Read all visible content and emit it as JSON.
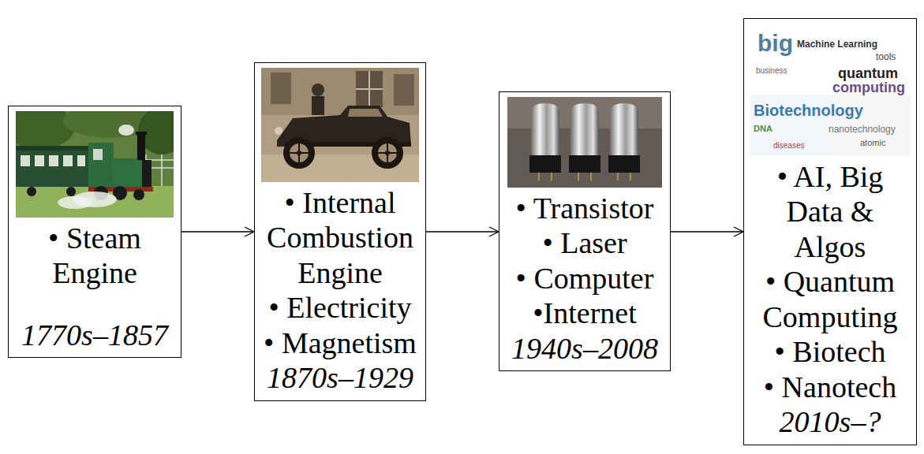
{
  "diagram": {
    "nodes": [
      {
        "text": [
          "• Steam Engine",
          "1770s–1857"
        ]
      },
      {
        "text": [
          "• Internal Combustion Engine",
          "• Electricity",
          "• Magnetism",
          "1870s–1929"
        ]
      },
      {
        "text": [
          "• Transistor",
          "• Laser",
          "• Computer",
          "•Internet",
          "1940s–2008"
        ]
      },
      {
        "text": [
          "• AI, Big Data & Algos",
          "• Quantum Computing",
          "• Biotech",
          "• Nanotech",
          "2010s–?"
        ]
      }
    ],
    "edges": [
      {
        "from": 0,
        "to": 1,
        "arrow": "to"
      },
      {
        "from": 1,
        "to": 2,
        "arrow": "to"
      },
      {
        "from": 2,
        "to": 3,
        "arrow": "to"
      }
    ],
    "labels": [
      "big",
      "Machine Learning",
      "tools",
      "business",
      "quantum",
      "computing",
      "Biotechnology",
      "DNA",
      "nanotechnology",
      "atomic",
      "diseases"
    ]
  }
}
